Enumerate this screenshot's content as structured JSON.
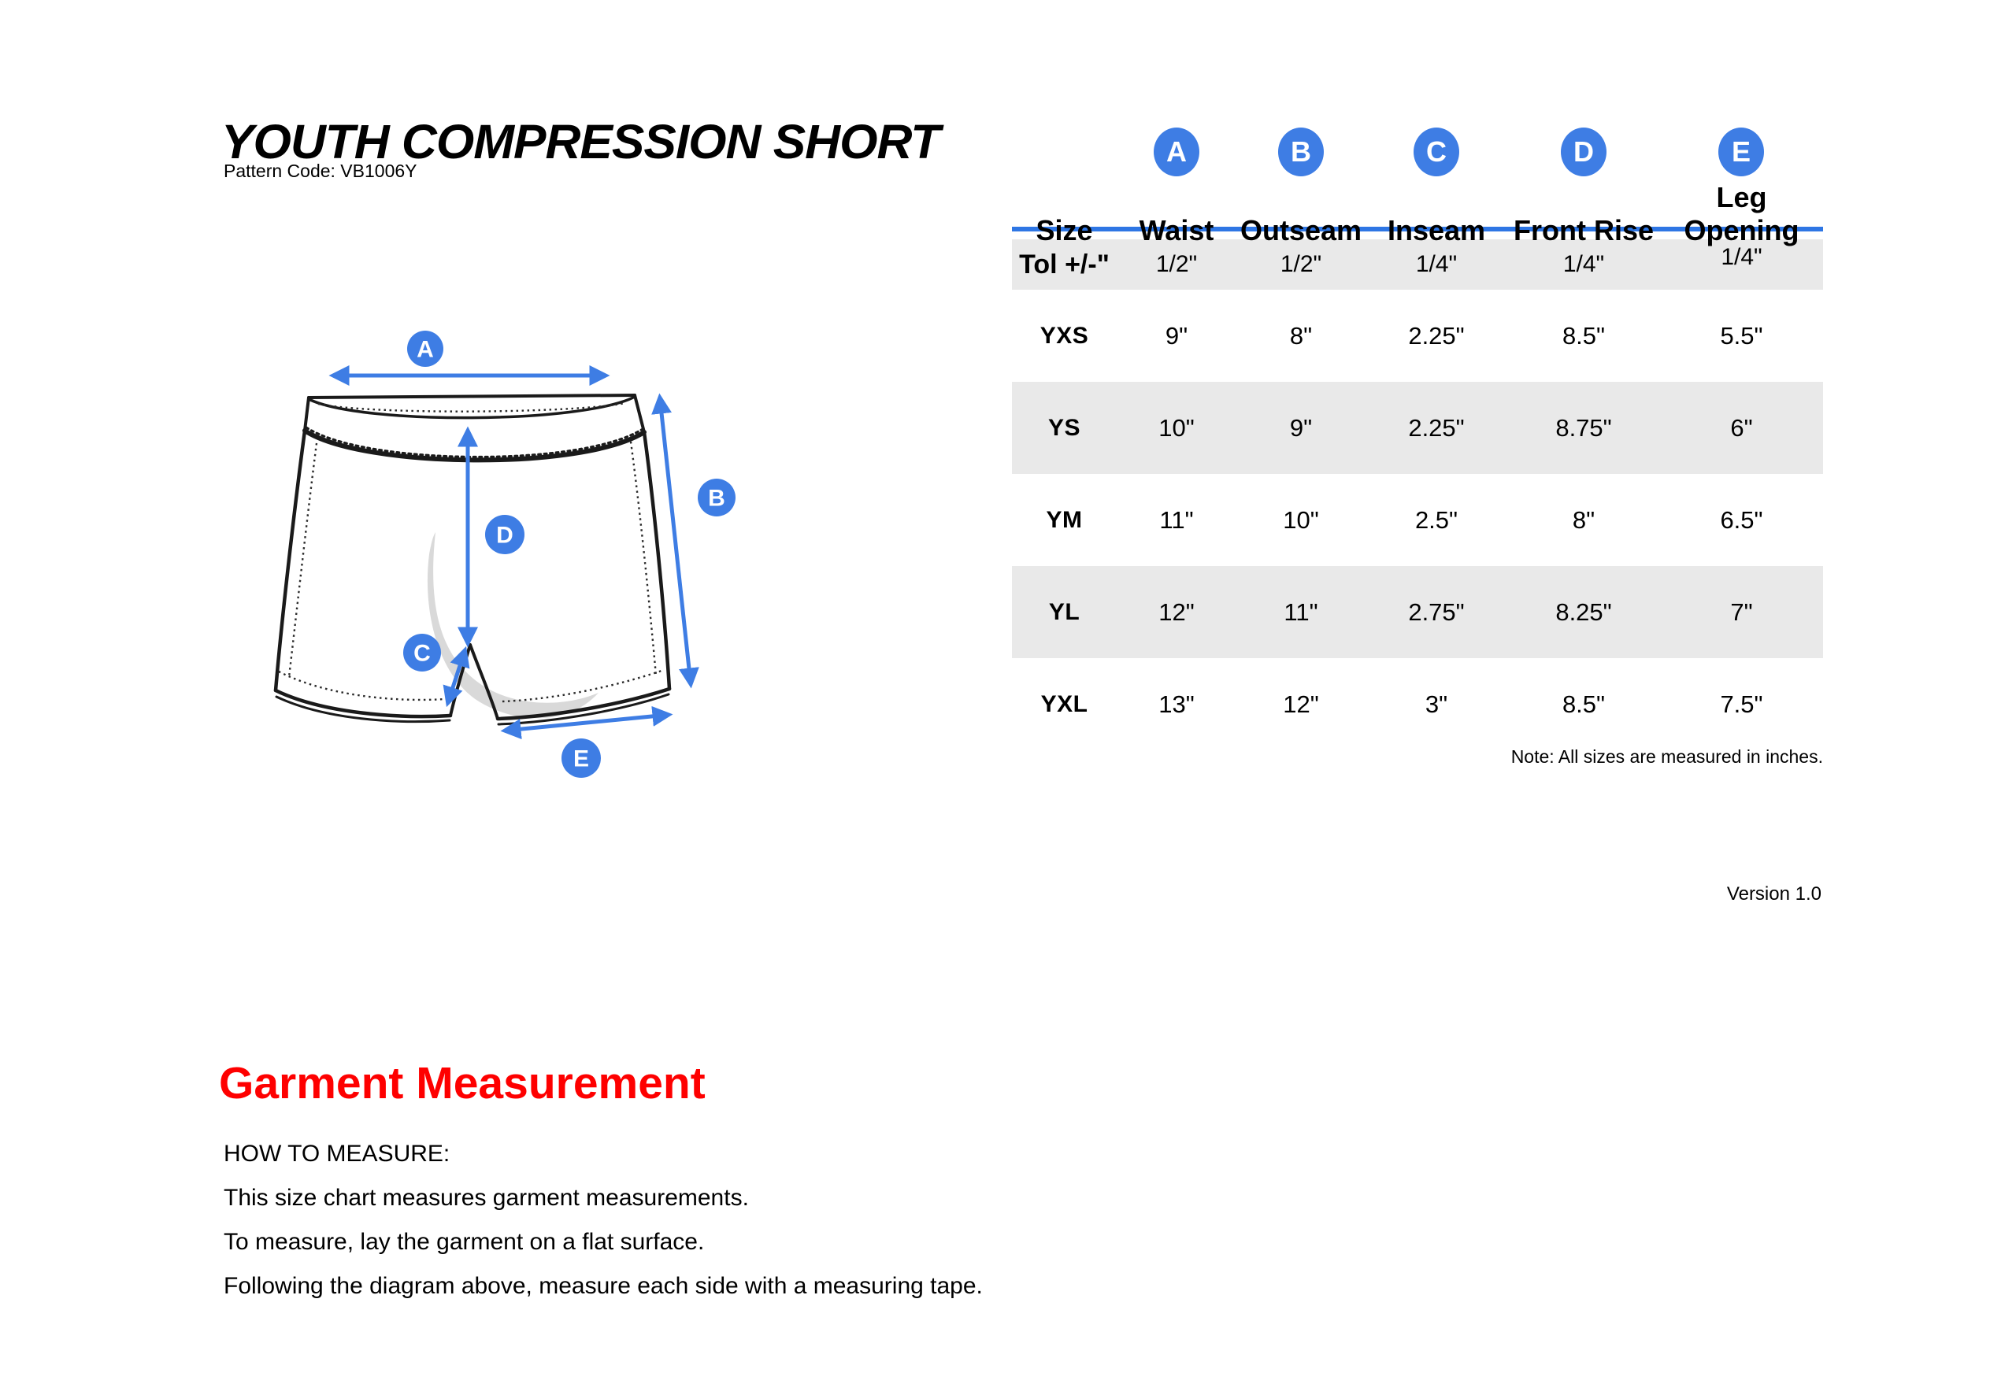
{
  "page": {
    "title": "YOUTH COMPRESSION SHORT",
    "pattern_code": "Pattern Code: VB1006Y",
    "note": "Note: All sizes are measured in inches.",
    "version": "Version 1.0"
  },
  "diagram": {
    "labels": [
      "A",
      "B",
      "C",
      "D",
      "E"
    ]
  },
  "table": {
    "columns": [
      "Size",
      "Waist",
      "Outseam",
      "Inseam",
      "Front Rise",
      "Leg Opening"
    ],
    "column_letters": [
      "A",
      "B",
      "C",
      "D",
      "E"
    ],
    "tolerance": {
      "label": "Tol +/-\"",
      "values": [
        "1/2\"",
        "1/2\"",
        "1/4\"",
        "1/4\"",
        "1/4\""
      ]
    },
    "rows": [
      {
        "size": "YXS",
        "values": [
          "9\"",
          "8\"",
          "2.25\"",
          "8.5\"",
          "5.5\""
        ]
      },
      {
        "size": "YS",
        "values": [
          "10\"",
          "9\"",
          "2.25\"",
          "8.75\"",
          "6\""
        ]
      },
      {
        "size": "YM",
        "values": [
          "11\"",
          "10\"",
          "2.5\"",
          "8\"",
          "6.5\""
        ]
      },
      {
        "size": "YL",
        "values": [
          "12\"",
          "11\"",
          "2.75\"",
          "8.25\"",
          "7\""
        ]
      },
      {
        "size": "YXL",
        "values": [
          "13\"",
          "12\"",
          "3\"",
          "8.5\"",
          "7.5\""
        ]
      }
    ]
  },
  "measure_section": {
    "heading": "Garment Measurement",
    "lines": [
      "HOW TO MEASURE:",
      "This size chart measures garment measurements.",
      "To measure, lay the garment on a flat surface.",
      "Following the diagram above, measure each side with a measuring tape."
    ]
  },
  "colors": {
    "accent_blue": "#3e7de4",
    "header_rule_blue": "#2e76e4",
    "heading_red": "#fe0000",
    "row_gray": "#e9e9e9"
  }
}
